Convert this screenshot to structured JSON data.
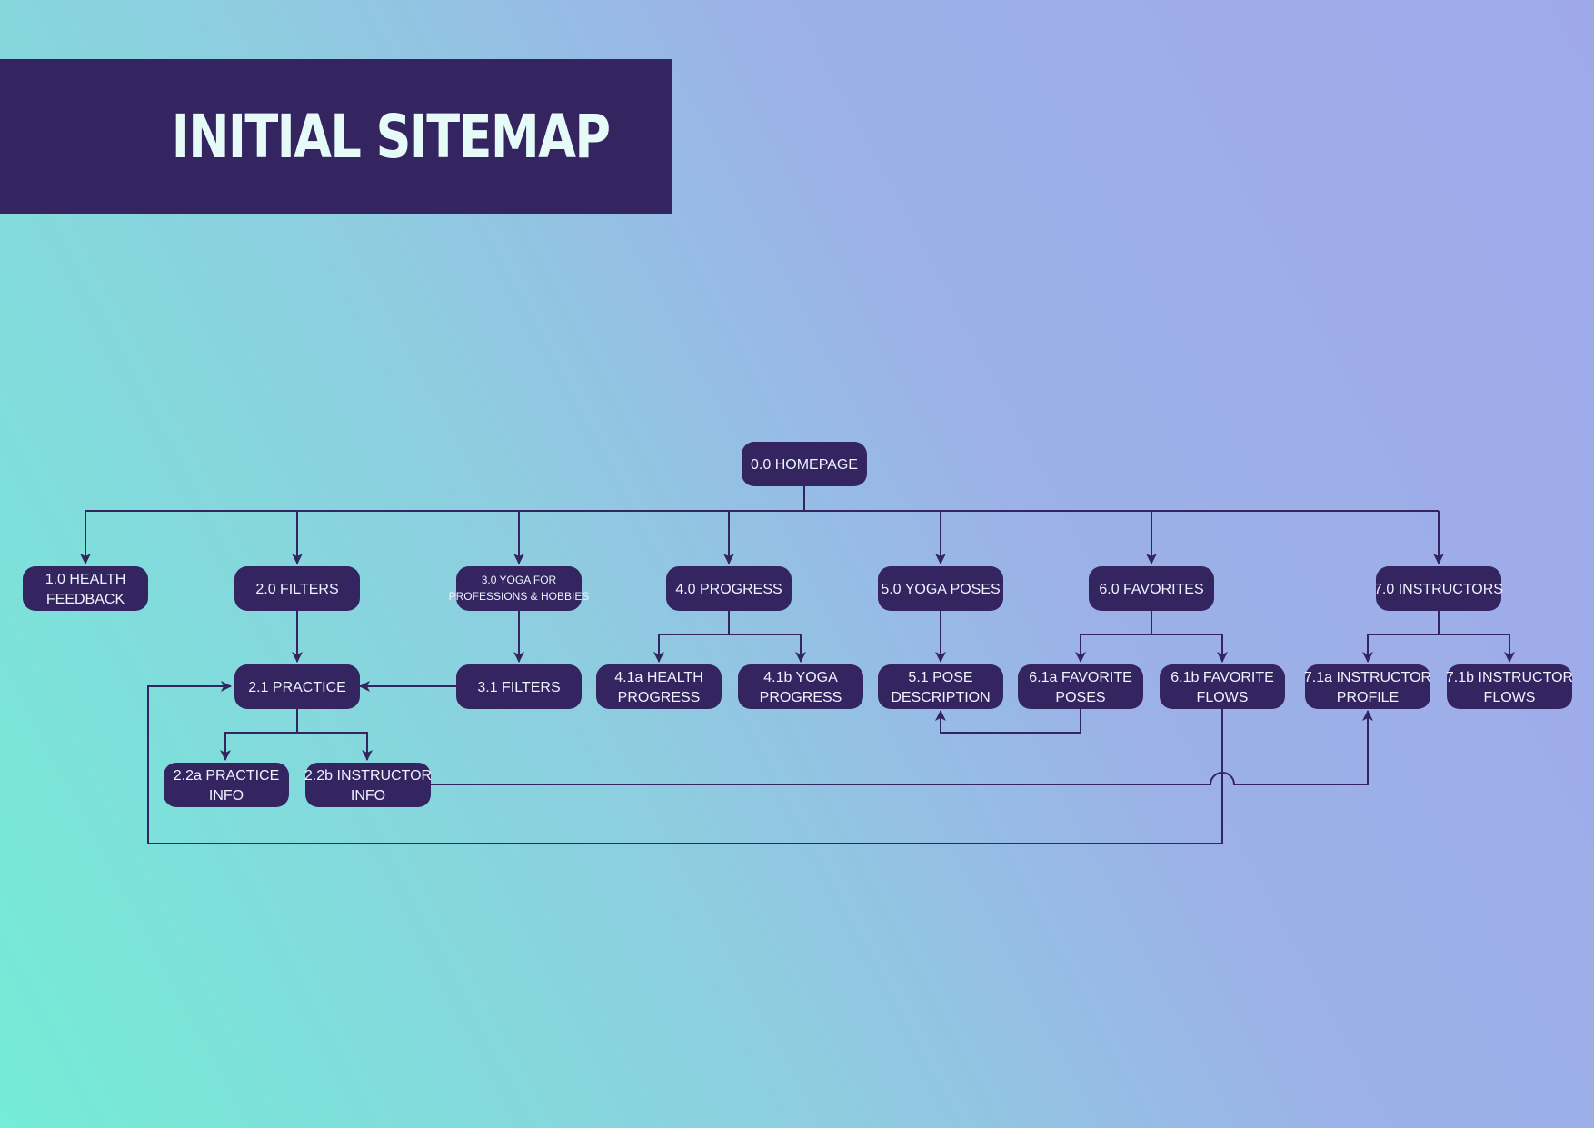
{
  "title": "INITIAL SITEMAP",
  "colors": {
    "node": "#34245f",
    "node_text": "#eef3ff",
    "banner": "#34245f",
    "title": "#e6fbf7",
    "gradient_start": "#74ecd6",
    "gradient_end": "#9fa9ea"
  },
  "nodes": {
    "homepage": [
      "0.0 HOMEPAGE"
    ],
    "health_feedback": [
      "1.0 HEALTH",
      "FEEDBACK"
    ],
    "filters": [
      "2.0 FILTERS"
    ],
    "practice": [
      "2.1 PRACTICE"
    ],
    "practice_info": [
      "2.2a PRACTICE",
      "INFO"
    ],
    "instructor_info": [
      "2.2b INSTRUCTOR",
      "INFO"
    ],
    "yoga_professions": [
      "3.0 YOGA FOR",
      "PROFESSIONS & HOBBIES"
    ],
    "filters_3": [
      "3.1 FILTERS"
    ],
    "progress": [
      "4.0 PROGRESS"
    ],
    "health_progress": [
      "4.1a HEALTH",
      "PROGRESS"
    ],
    "yoga_progress": [
      "4.1b YOGA",
      "PROGRESS"
    ],
    "yoga_poses": [
      "5.0 YOGA POSES"
    ],
    "pose_description": [
      "5.1 POSE",
      "DESCRIPTION"
    ],
    "favorites": [
      "6.0 FAVORITES"
    ],
    "favorite_poses": [
      "6.1a FAVORITE",
      "POSES"
    ],
    "favorite_flows": [
      "6.1b FAVORITE",
      "FLOWS"
    ],
    "instructors": [
      "7.0 INSTRUCTORS"
    ],
    "instructor_profile": [
      "7.1a INSTRUCTOR",
      "PROFILE"
    ],
    "instructor_flows": [
      "7.1b INSTRUCTOR",
      "FLOWS"
    ]
  },
  "edges": [
    [
      "homepage",
      "health_feedback"
    ],
    [
      "homepage",
      "filters"
    ],
    [
      "homepage",
      "yoga_professions"
    ],
    [
      "homepage",
      "progress"
    ],
    [
      "homepage",
      "yoga_poses"
    ],
    [
      "homepage",
      "favorites"
    ],
    [
      "homepage",
      "instructors"
    ],
    [
      "filters",
      "practice"
    ],
    [
      "practice",
      "practice_info"
    ],
    [
      "practice",
      "instructor_info"
    ],
    [
      "yoga_professions",
      "filters_3"
    ],
    [
      "filters_3",
      "practice"
    ],
    [
      "progress",
      "health_progress"
    ],
    [
      "progress",
      "yoga_progress"
    ],
    [
      "yoga_poses",
      "pose_description"
    ],
    [
      "favorites",
      "favorite_poses"
    ],
    [
      "favorites",
      "favorite_flows"
    ],
    [
      "favorite_poses",
      "pose_description"
    ],
    [
      "favorite_flows",
      "practice"
    ],
    [
      "instructors",
      "instructor_profile"
    ],
    [
      "instructors",
      "instructor_flows"
    ],
    [
      "instructor_info",
      "instructor_profile"
    ]
  ]
}
